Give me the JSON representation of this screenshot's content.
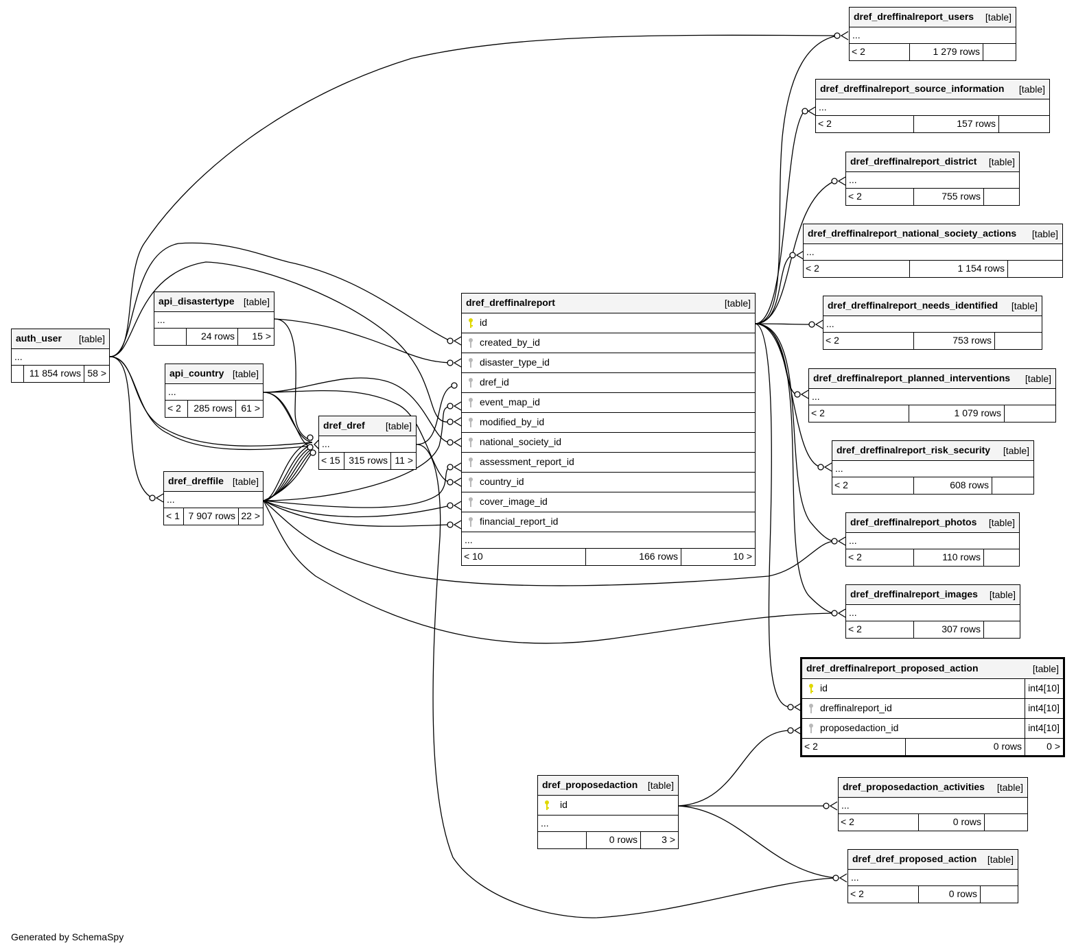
{
  "tables": {
    "auth_user": {
      "name": "auth_user",
      "tag": "[table]",
      "dots": "...",
      "parents": "",
      "rows": "11 854 rows",
      "children": "58 >"
    },
    "api_disastertype": {
      "name": "api_disastertype",
      "tag": "[table]",
      "dots": "...",
      "parents": "",
      "rows": "24 rows",
      "children": "15 >"
    },
    "api_country": {
      "name": "api_country",
      "tag": "[table]",
      "dots": "...",
      "parents": "< 2",
      "rows": "285 rows",
      "children": "61 >"
    },
    "dref_dref": {
      "name": "dref_dref",
      "tag": "[table]",
      "dots": "...",
      "parents": "< 15",
      "rows": "315 rows",
      "children": "11 >"
    },
    "dref_dreffile": {
      "name": "dref_dreffile",
      "tag": "[table]",
      "dots": "...",
      "parents": "< 1",
      "rows": "7 907 rows",
      "children": "22 >"
    },
    "dref_dreffinalreport": {
      "name": "dref_dreffinalreport",
      "tag": "[table]",
      "columns": [
        "id",
        "created_by_id",
        "disaster_type_id",
        "dref_id",
        "event_map_id",
        "modified_by_id",
        "national_society_id",
        "assessment_report_id",
        "country_id",
        "cover_image_id",
        "financial_report_id"
      ],
      "dots": "...",
      "parents": "< 10",
      "rows": "166 rows",
      "children": "10 >"
    },
    "dref_proposedaction": {
      "name": "dref_proposedaction",
      "tag": "[table]",
      "columns": [
        "id"
      ],
      "dots": "...",
      "parents": "",
      "rows": "0 rows",
      "children": "3 >"
    },
    "users": {
      "name": "dref_dreffinalreport_users",
      "tag": "[table]",
      "dots": "...",
      "parents": "< 2",
      "rows": "1 279 rows",
      "children": ""
    },
    "source_information": {
      "name": "dref_dreffinalreport_source_information",
      "tag": "[table]",
      "dots": "...",
      "parents": "< 2",
      "rows": "157 rows",
      "children": ""
    },
    "district": {
      "name": "dref_dreffinalreport_district",
      "tag": "[table]",
      "dots": "...",
      "parents": "< 2",
      "rows": "755 rows",
      "children": ""
    },
    "national_society_actions": {
      "name": "dref_dreffinalreport_national_society_actions",
      "tag": "[table]",
      "dots": "...",
      "parents": "< 2",
      "rows": "1 154 rows",
      "children": ""
    },
    "needs_identified": {
      "name": "dref_dreffinalreport_needs_identified",
      "tag": "[table]",
      "dots": "...",
      "parents": "< 2",
      "rows": "753 rows",
      "children": ""
    },
    "planned_interventions": {
      "name": "dref_dreffinalreport_planned_interventions",
      "tag": "[table]",
      "dots": "...",
      "parents": "< 2",
      "rows": "1 079 rows",
      "children": ""
    },
    "risk_security": {
      "name": "dref_dreffinalreport_risk_security",
      "tag": "[table]",
      "dots": "...",
      "parents": "< 2",
      "rows": "608 rows",
      "children": ""
    },
    "photos": {
      "name": "dref_dreffinalreport_photos",
      "tag": "[table]",
      "dots": "...",
      "parents": "< 2",
      "rows": "110 rows",
      "children": ""
    },
    "images": {
      "name": "dref_dreffinalreport_images",
      "tag": "[table]",
      "dots": "...",
      "parents": "< 2",
      "rows": "307 rows",
      "children": ""
    },
    "proposed_action": {
      "name": "dref_dreffinalreport_proposed_action",
      "tag": "[table]",
      "columns": [
        {
          "name": "id",
          "type": "int4[10]"
        },
        {
          "name": "dreffinalreport_id",
          "type": "int4[10]"
        },
        {
          "name": "proposedaction_id",
          "type": "int4[10]"
        }
      ],
      "parents": "< 2",
      "rows": "0 rows",
      "children": "0 >"
    },
    "proposedaction_activities": {
      "name": "dref_proposedaction_activities",
      "tag": "[table]",
      "dots": "...",
      "parents": "< 2",
      "rows": "0 rows",
      "children": ""
    },
    "dref_proposed_action": {
      "name": "dref_dref_proposed_action",
      "tag": "[table]",
      "dots": "...",
      "parents": "< 2",
      "rows": "0 rows",
      "children": ""
    }
  },
  "footer": "Generated by SchemaSpy",
  "colors": {
    "primary_key": "#e0d800",
    "foreign_key": "#b8b8b8",
    "header_bg": "#f4f4f4",
    "line": "#000000"
  },
  "icons": {
    "primary_key": "key-icon",
    "foreign_key": "foreign-key-icon"
  }
}
